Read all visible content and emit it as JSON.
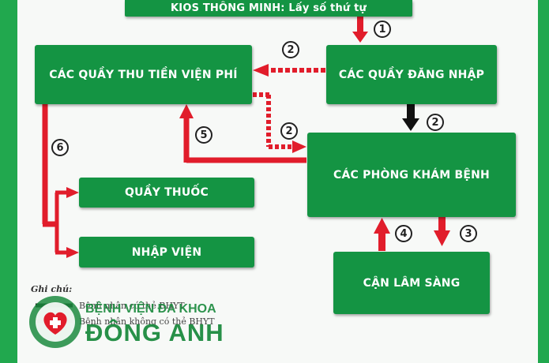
{
  "colors": {
    "green": "#149443",
    "red": "#e11d2b",
    "black": "#111111"
  },
  "boxes": {
    "kiosk": "KIOS THÔNG MINH: Lấy số thứ tự",
    "cashier": "CÁC QUẦY THU TIỀN VIỆN PHÍ",
    "registration": "CÁC QUẦY ĐĂNG NHẬP",
    "exam_rooms": "CÁC PHÒNG KHÁM BỆNH",
    "pharmacy": "QUẦY THUỐC",
    "admission": "NHẬP VIỆN",
    "paraclinical": "CẬN LÂM SÀNG"
  },
  "steps": {
    "s1": "1",
    "s2_top": "2",
    "s2_mid": "2",
    "s2_right": "2",
    "s3": "3",
    "s4": "4",
    "s5": "5",
    "s6": "6"
  },
  "legend": {
    "title": "Ghi chú:",
    "line1": "Bệnh nhân có thẻ BHYT",
    "line2": "Bệnh nhân không có thẻ BHYT"
  },
  "logo": {
    "line1": "BỆNH VIỆN ĐA KHOA",
    "line2": "ĐÔNG ANH"
  }
}
